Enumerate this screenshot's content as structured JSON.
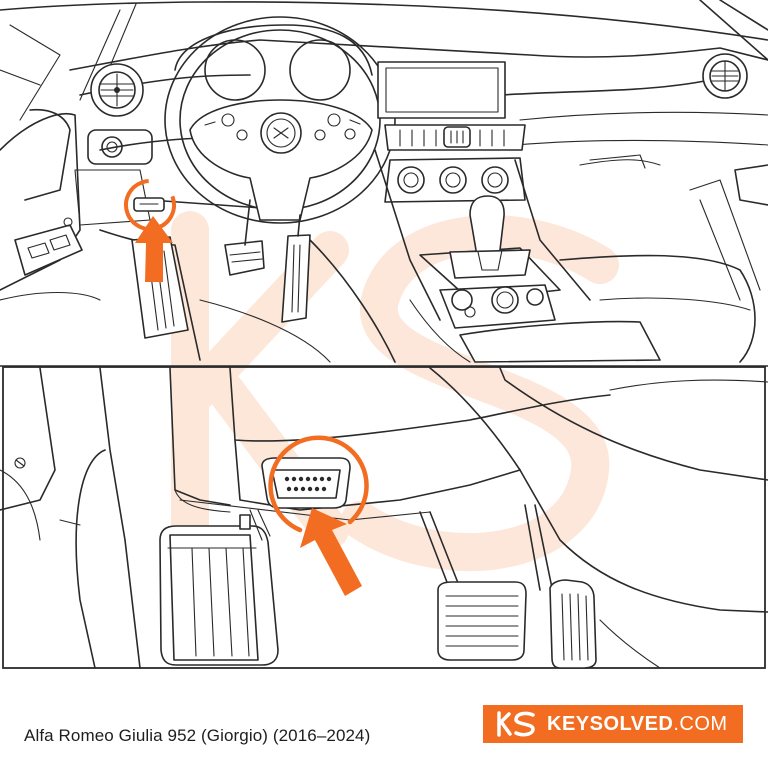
{
  "caption": "Alfa Romeo Giulia 952 (Giorgio) (2016–2024)",
  "brand": {
    "name_bold": "KEYSOLVED",
    "name_light": ".COM",
    "background_color": "#f26d21",
    "text_color": "#ffffff"
  },
  "colors": {
    "accent": "#f26d21",
    "line": "#2a2a2a",
    "watermark": "#fde3d3"
  },
  "icons": {
    "brand_logo": "ks-monogram-icon",
    "pointer_top": "arrow-up-icon",
    "pointer_bottom": "arrow-up-left-icon",
    "port_highlight": "obd-port-circle-icon"
  }
}
